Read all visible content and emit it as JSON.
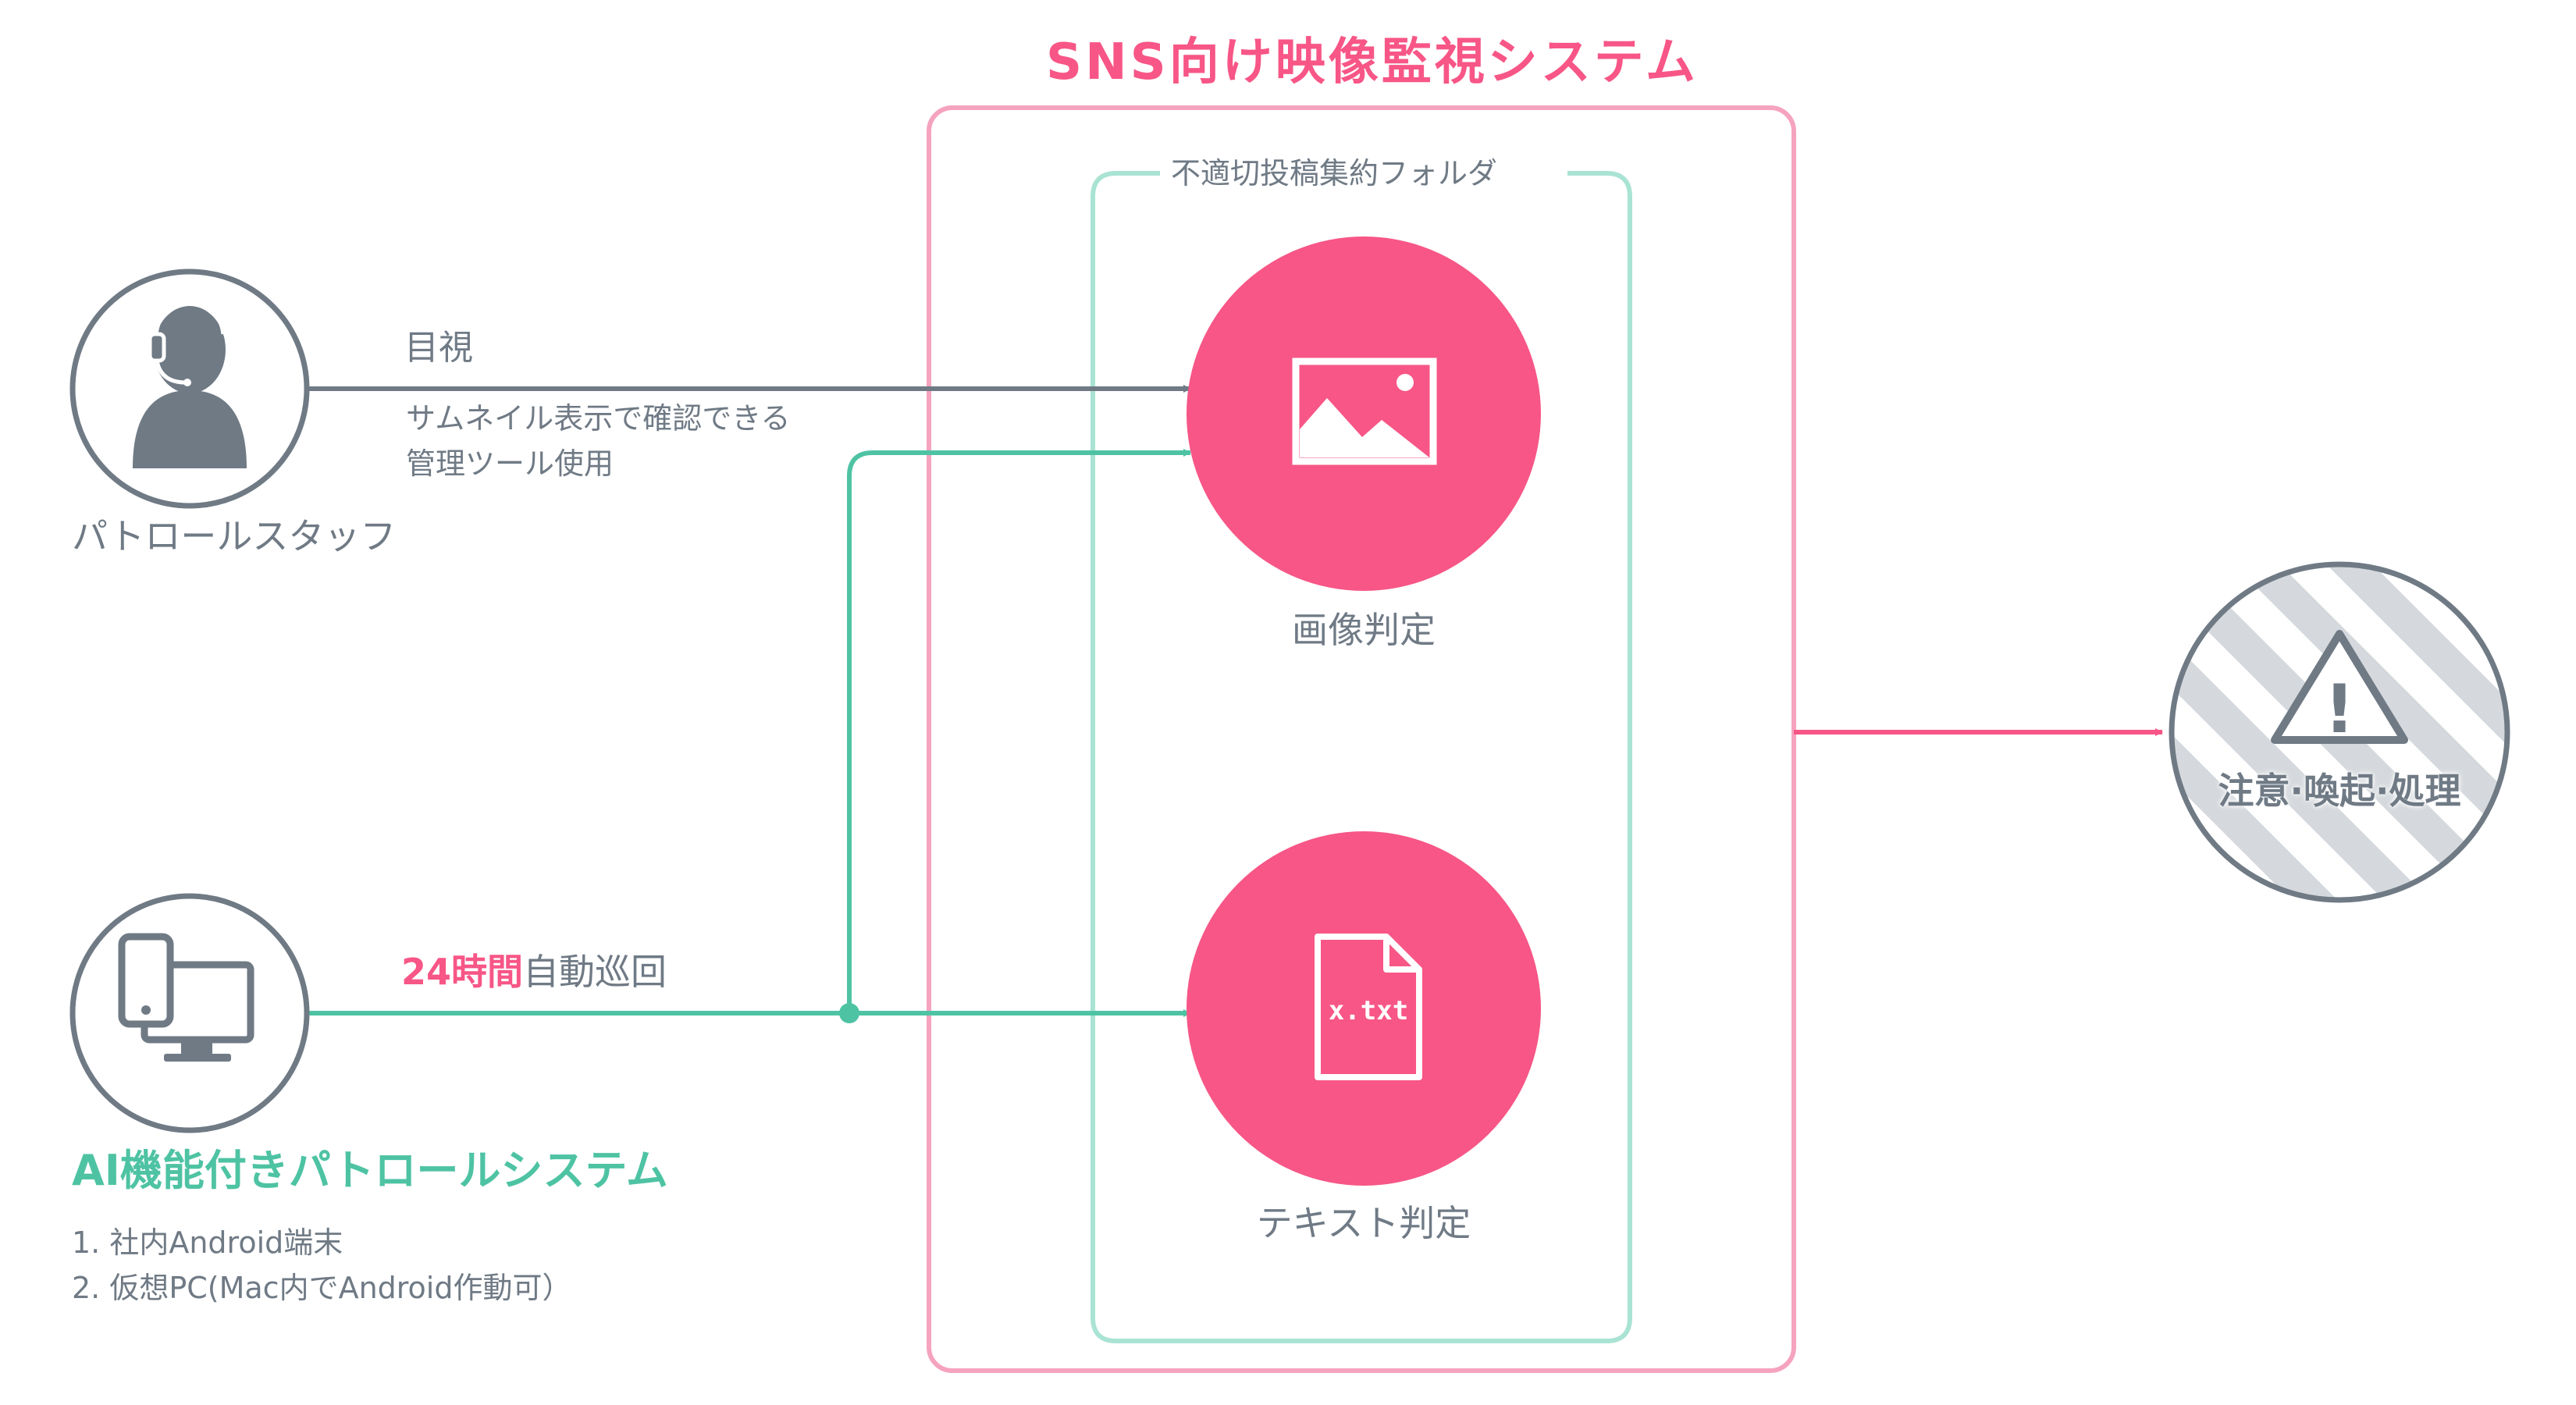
{
  "title": "SNS向け映像監視システム",
  "folder_label": "不適切投稿集約フォルダ",
  "staff": {
    "label": "パトロールスタッフ",
    "edge_label": "目視",
    "edge_desc": [
      "サムネイル表示で確認できる",
      "管理ツール使用"
    ]
  },
  "ai_system": {
    "label": "AI機能付きパトロールシステム",
    "edge_label_highlight": "24時間",
    "edge_label_rest": "自動巡回",
    "notes": [
      "1. 社内Android端末",
      "2. 仮想PC(Mac内でAndroid作動可）"
    ]
  },
  "image_judge": {
    "label": "画像判定"
  },
  "text_judge": {
    "label": "テキスト判定",
    "file_text": "x.txt"
  },
  "output": {
    "label": "注意·喚起·処理",
    "symbol": "!"
  },
  "colors": {
    "pink": "#f75686",
    "pink_light": "#f5a3bf",
    "teal": "#4ec3a3",
    "teal_light": "#a9e3d3",
    "gray": "#6f7a85",
    "gray_light": "#d5d9dd"
  }
}
